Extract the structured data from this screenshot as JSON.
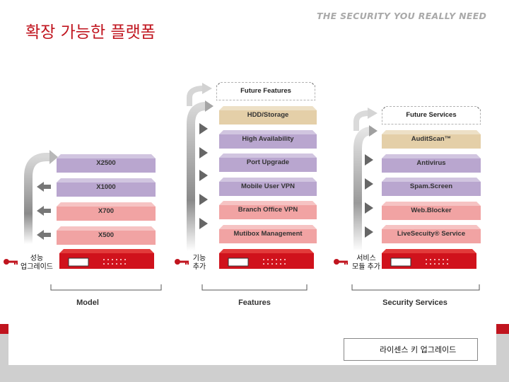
{
  "title": "확장 가능한 플랫폼",
  "tagline": "THE SECURITY YOU REALLY NEED",
  "columns": {
    "model": {
      "label": "Model",
      "side_label": [
        "성능",
        "업그레이드"
      ],
      "tiers": [
        "X2500",
        "X1000",
        "X700",
        "X500"
      ]
    },
    "features": {
      "label": "Features",
      "side_label": [
        "기능",
        "추가"
      ],
      "future": "Future Features",
      "tiers": [
        "HDD/Storage",
        "High Availability",
        "Port Upgrade",
        "Mobile User VPN",
        "Branch Office VPN",
        "Mutibox Management"
      ]
    },
    "security": {
      "label": "Security Services",
      "side_label": [
        "서비스",
        "모듈 추가"
      ],
      "future": "Future Services",
      "tiers": [
        "AuditScan™",
        "Antivirus",
        "Spam.Screen",
        "Web.Blocker",
        "LiveSecuity® Service"
      ]
    }
  },
  "legend": {
    "label": "라이센스 키 업그레이드",
    "icon": "key-icon"
  },
  "colors": {
    "title_red": "#c0141e",
    "purple": "#b9a6cf",
    "pink": "#f1a3a3",
    "tan": "#e4cfa8",
    "appliance_red": "#d0121c"
  }
}
